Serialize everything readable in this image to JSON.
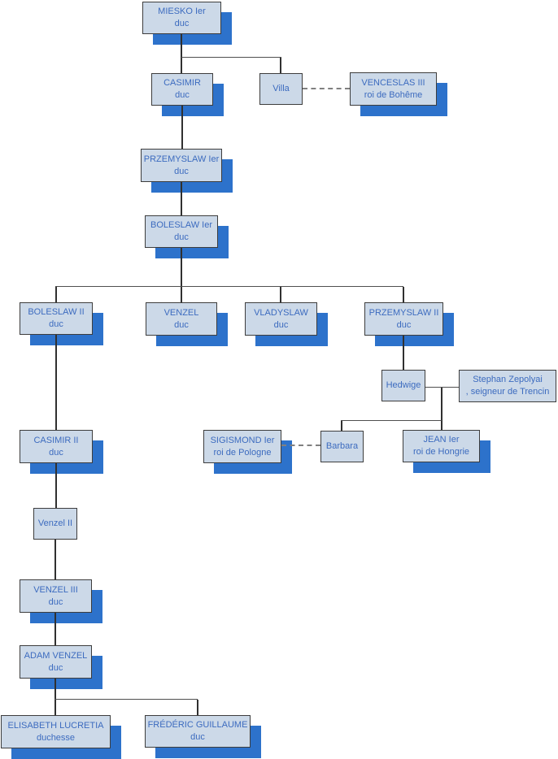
{
  "diagram": {
    "type": "family-tree-org-chart"
  },
  "colors": {
    "background": "#ffffff",
    "box_fill": "#ccd9e8",
    "box_border": "#3d3d3d",
    "box_shadow_blue": "#2d72cb",
    "text_blue": "#3c6bbf",
    "solid_line": "#303030",
    "dashed_line": "#808080"
  },
  "nodes": {
    "mieszko": {
      "name": "MIESKO Ier",
      "title": "duc"
    },
    "casimir": {
      "name": "CASIMIR",
      "title": "duc"
    },
    "villa": {
      "name": "Villa",
      "title": ""
    },
    "venceslas": {
      "name": "VENCESLAS III",
      "title": "roi de Bohême"
    },
    "przemyslaw1": {
      "name": "PRZEMYSLAW Ier",
      "title": "duc"
    },
    "boleslaw1": {
      "name": "BOLESLAW Ier",
      "title": "duc"
    },
    "boleslaw2": {
      "name": "BOLESLAW II",
      "title": "duc"
    },
    "venzel": {
      "name": "VENZEL",
      "title": "duc"
    },
    "vladyslaw": {
      "name": "VLADYSLAW",
      "title": "duc"
    },
    "przemyslaw2": {
      "name": "PRZEMYSLAW II",
      "title": "duc"
    },
    "hedwige": {
      "name": "Hedwige",
      "title": ""
    },
    "stephan": {
      "name": "Stephan Zepolyai",
      "title": ", seigneur de Trencin"
    },
    "casimir2": {
      "name": "CASIMIR II",
      "title": "duc"
    },
    "sigismond": {
      "name": "SIGISMOND Ier",
      "title": "roi de Pologne"
    },
    "barbara": {
      "name": "Barbara",
      "title": ""
    },
    "jean": {
      "name": "JEAN Ier",
      "title": "roi de Hongrie"
    },
    "venzel2": {
      "name": "Venzel II",
      "title": ""
    },
    "venzel3": {
      "name": "VENZEL III",
      "title": "duc"
    },
    "adam_venzel": {
      "name": "ADAM VENZEL",
      "title": "duc"
    },
    "elisabeth": {
      "name": "ELISABETH LUCRETIA",
      "title": "duchesse"
    },
    "frederic": {
      "name": "FRÉDÉRIC GUILLAUME",
      "title": "duc"
    }
  }
}
